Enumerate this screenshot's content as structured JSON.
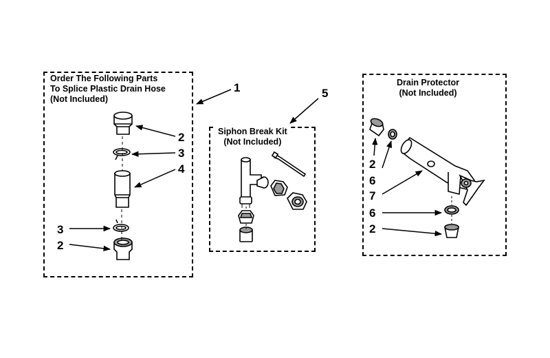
{
  "kit1": {
    "title_lines": [
      "Order The Following Parts",
      "To Splice Plastic Drain Hose",
      "(Not Included)"
    ],
    "callout": "1",
    "labels": {
      "upper_coupling": "2",
      "upper_clamp": "3",
      "connector": "4",
      "lower_clamp": "3",
      "lower_coupling": "2"
    }
  },
  "kit5": {
    "title_lines": [
      "Siphon Break Kit",
      "(Not Included)"
    ],
    "callout": "5"
  },
  "drain": {
    "title_lines": [
      "Drain Protector",
      "(Not Included)"
    ],
    "labels": {
      "cap": "2",
      "washer": "6",
      "body": "7",
      "lower_washer": "6",
      "lower_cap": "2"
    }
  },
  "colors": {
    "ink": "#000000",
    "paper": "#ffffff",
    "shade": "#9a9a9a"
  }
}
